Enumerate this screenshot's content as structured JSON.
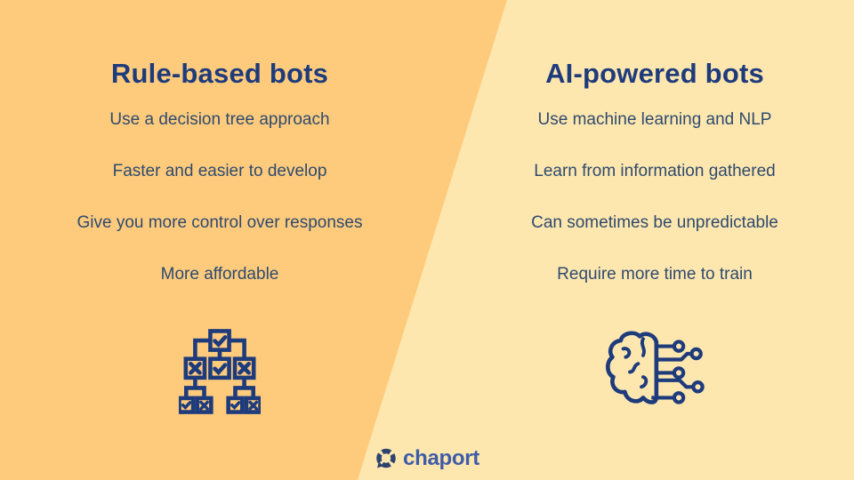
{
  "slide": {
    "background_left_color": "#FECB7D",
    "background_right_color": "#FEE7AF",
    "title_color": "#1E3B7C",
    "body_text_color": "#2E4A6E"
  },
  "left_column": {
    "title": "Rule-based bots",
    "items": [
      "Use a decision tree approach",
      "Faster and easier to develop",
      "Give you more control over responses",
      "More affordable"
    ],
    "icon": "decision-tree-icon"
  },
  "right_column": {
    "title": "AI-powered bots",
    "items": [
      "Use machine learning and NLP",
      "Learn from information gathered",
      "Can sometimes be unpredictable",
      "Require more time to train"
    ],
    "icon": "brain-circuit-icon"
  },
  "footer": {
    "brand_name": "chaport",
    "logo_mark": "chaport-logo-icon",
    "brand_text_color": "#3E5CA7",
    "logo_mark_color": "#2D4470"
  }
}
